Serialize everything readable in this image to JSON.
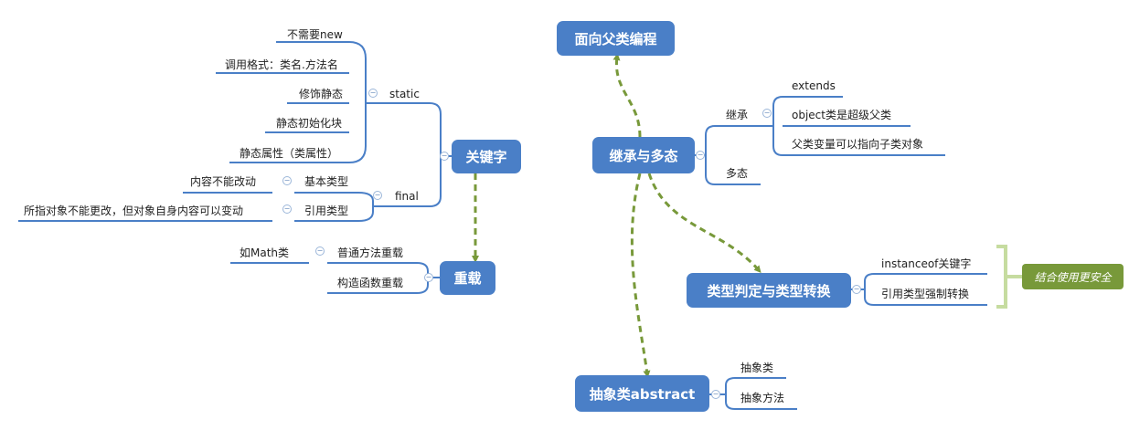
{
  "nodes": {
    "parent_programming": "面向父类编程",
    "inheritance_polymorphism": "继承与多态",
    "keyword": "关键字",
    "overload": "重载",
    "type_check": "类型判定与类型转换",
    "abstract": "抽象类abstract"
  },
  "keyword": {
    "static": {
      "label": "static",
      "items": [
        "不需要new",
        "调用格式：类名.方法名",
        "修饰静态",
        "静态初始化块",
        "静态属性（类属性）"
      ]
    },
    "final": {
      "label": "final",
      "basic_type": "基本类型",
      "basic_type_note": "内容不能改动",
      "ref_type": "引用类型",
      "ref_type_note": "所指对象不能更改，但对象自身内容可以变动"
    }
  },
  "overload": {
    "normal": "普通方法重载",
    "normal_note": "如Math类",
    "constructor": "构造函数重载"
  },
  "inheritance": {
    "inherit": "继承",
    "inherit_items": [
      "extends",
      "object类是超级父类",
      "父类变量可以指向子类对象"
    ],
    "poly": "多态"
  },
  "type_check": {
    "items": [
      "instanceof关键字",
      "引用类型强制转换"
    ],
    "summary": "结合使用更安全"
  },
  "abstract": {
    "items": [
      "抽象类",
      "抽象方法"
    ]
  },
  "colors": {
    "node": "#4a7fc7",
    "line": "#4a7fc7",
    "dashed": "#78993a",
    "summary": "#78993a",
    "bracket": "#c6dca0"
  }
}
